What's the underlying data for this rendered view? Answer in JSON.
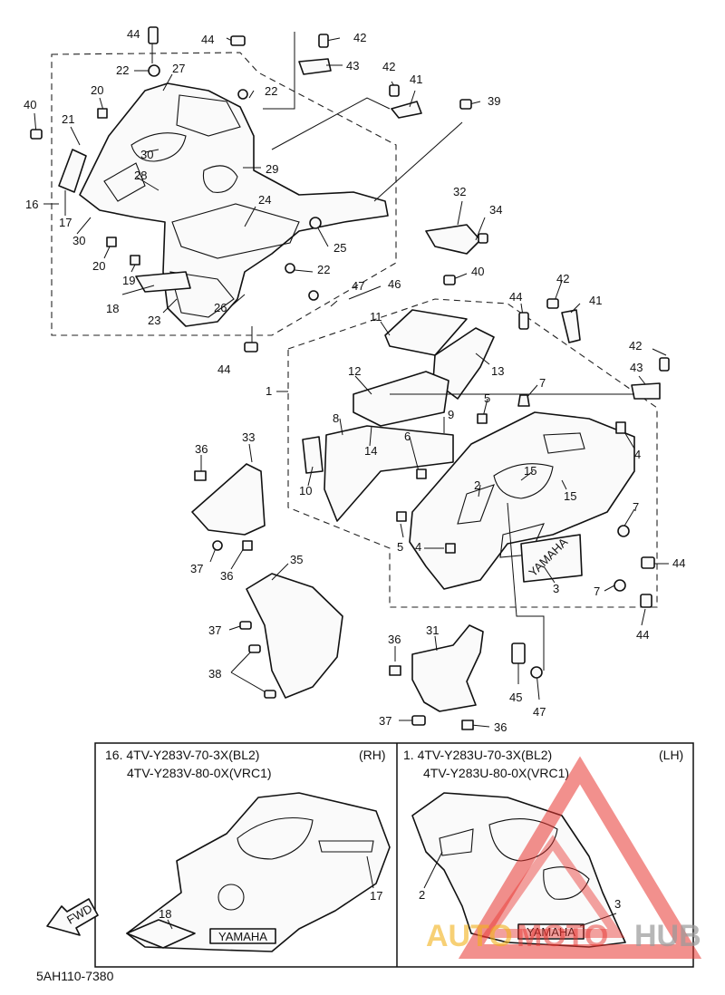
{
  "diagram_code": "5AH110-7380",
  "fwd_label": "FWD",
  "brand_decal": "YAMAHA",
  "watermark": {
    "word1": "AUTO",
    "word2": "MOTO",
    "word3": "HUB",
    "color_red": "#e8342f",
    "color_gold": "#f2b21b",
    "color_grey": "#9a9a9a"
  },
  "callouts": {
    "c44a": "44",
    "c44b": "44",
    "c42a": "42",
    "c43a": "43",
    "c22a": "22",
    "c27": "27",
    "c20a": "20",
    "c40a": "40",
    "c21": "21",
    "c30a": "30",
    "c28": "28",
    "c16": "16",
    "c17": "17",
    "c30b": "30",
    "c20b": "20",
    "c19": "19",
    "c18": "18",
    "c23": "23",
    "c26": "26",
    "c22b": "22",
    "c29": "29",
    "c24": "24",
    "c25": "25",
    "c22c": "22",
    "c42b": "42",
    "c41a": "41",
    "c39": "39",
    "c32": "32",
    "c34": "34",
    "c40b": "40",
    "c47a": "47",
    "c46": "46",
    "c44c": "44",
    "c44d": "44",
    "c42c": "42",
    "c41b": "41",
    "c11": "11",
    "c13": "13",
    "c12": "12",
    "c1": "1",
    "c8": "8",
    "c14": "14",
    "c9": "9",
    "c6": "6",
    "c10": "10",
    "c5a": "5",
    "c7a": "7",
    "c42d": "42",
    "c43b": "43",
    "c4a": "4",
    "c2": "2",
    "c15a": "15",
    "c15b": "15",
    "c5b": "5",
    "c4b": "4",
    "c7b": "7",
    "c44e": "44",
    "c3": "3",
    "c7c": "7",
    "c44f": "44",
    "c36a": "36",
    "c33": "33",
    "c37a": "37",
    "c36b": "36",
    "c35": "35",
    "c37b": "37",
    "c38": "38",
    "c36c": "36",
    "c31": "31",
    "c45": "45",
    "c47b": "47",
    "c37c": "37",
    "c36d": "36"
  },
  "variants": {
    "rh": {
      "header_line1": "16. 4TV-Y283V-70-3X(BL2)",
      "header_line2": "4TV-Y283V-80-0X(VRC1)",
      "side": "(RH)",
      "callout_17": "17",
      "callout_18": "18"
    },
    "lh": {
      "header_line1": "1. 4TV-Y283U-70-3X(BL2)",
      "header_line2": "4TV-Y283U-80-0X(VRC1)",
      "side": "(LH)",
      "callout_2": "2",
      "callout_3": "3"
    }
  }
}
